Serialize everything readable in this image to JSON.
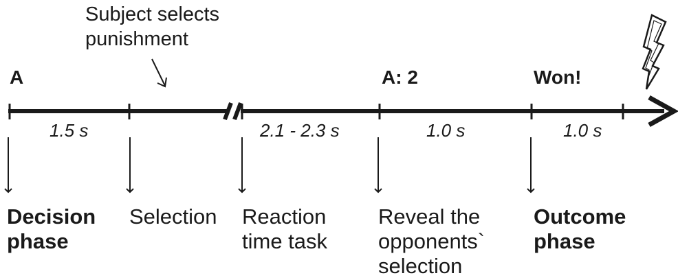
{
  "annotation": {
    "line1": "Subject selects",
    "line2": "punishment"
  },
  "markers": {
    "start": "A",
    "reveal": "A: 2",
    "outcome": "Won!"
  },
  "durations": {
    "decision": "1.5 s",
    "reaction": "2.1 - 2.3 s",
    "reveal": "1.0 s",
    "outcome": "1.0 s"
  },
  "phases": {
    "decision": {
      "line1": "Decision",
      "line2": "phase"
    },
    "selection": {
      "line1": "Selection"
    },
    "reaction": {
      "line1": "Reaction",
      "line2": "time task"
    },
    "reveal": {
      "line1": "Reveal the",
      "line2": "opponents`",
      "line3": "selection"
    },
    "outcome": {
      "line1": "Outcome",
      "line2": "phase"
    }
  },
  "icons": {
    "shock": "lightning-bolt-icon",
    "axis_break": "axis-break-icon",
    "timeline_arrow": "arrowhead-icon"
  },
  "colors": {
    "ink": "#1a1a1a",
    "background": "#ffffff"
  }
}
